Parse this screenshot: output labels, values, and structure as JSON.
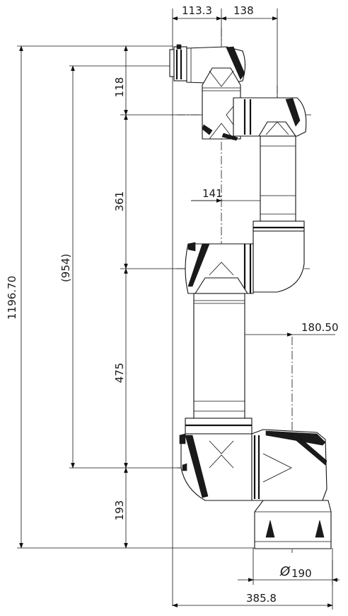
{
  "dimensions": {
    "top_left": "113.3",
    "top_right": "138",
    "total_height": "1196.70",
    "reach": "(954)",
    "seg_118": "118",
    "seg_361": "361",
    "seg_475": "475",
    "seg_193": "193",
    "offset_141": "141",
    "offset_180": "180.50",
    "base_diameter_symbol": "Ø",
    "base_diameter": "190",
    "base_width": "385.8"
  }
}
